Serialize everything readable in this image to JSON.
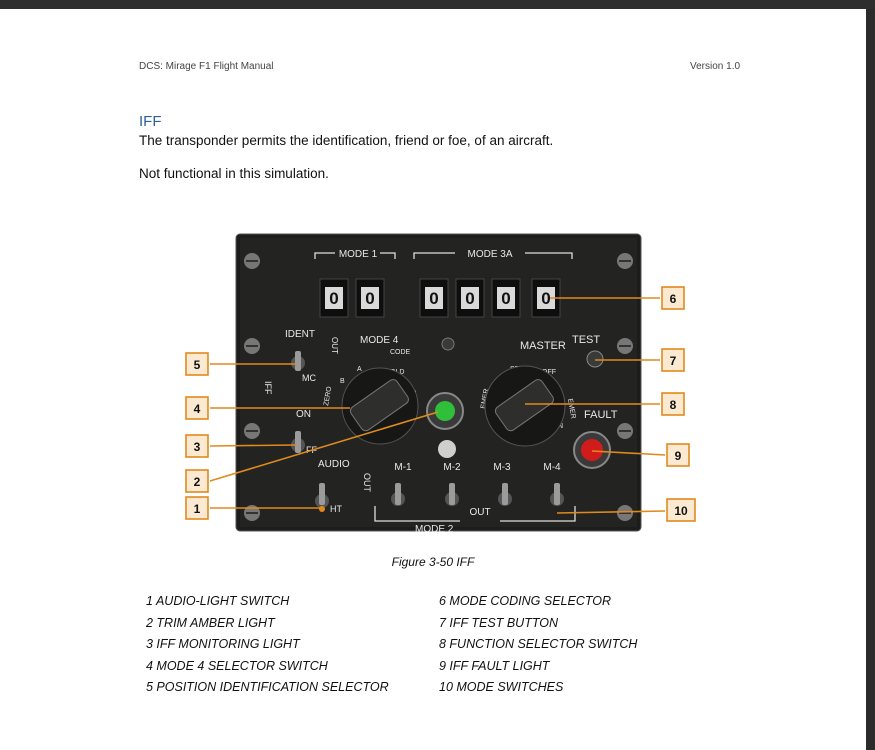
{
  "header": {
    "left": "DCS: Mirage F1 Flight Manual",
    "right": "Version 1.0"
  },
  "section": {
    "title": "IFF",
    "paragraph1": "The transponder permits the identification, friend or foe, of an aircraft.",
    "paragraph2": "Not functional in this simulation."
  },
  "figure": {
    "panel_labels": {
      "mode1": "MODE 1",
      "mode3a": "MODE 3A",
      "digits": [
        "0",
        "0",
        "0",
        "0",
        "0",
        "0"
      ],
      "ident": "IDENT",
      "out_vertical": "OUT",
      "mode4": "MODE 4",
      "code": "CODE",
      "hold": "HOLD",
      "a": "A",
      "b": "B",
      "zero": "ZERO",
      "master": "MASTER",
      "test": "TEST",
      "sby": "SBY",
      "off": "OFF",
      "emer": "EMER",
      "norm": "N",
      "iff": "IFF",
      "on": "ON",
      "ff": "FF",
      "audio": "AUDIO",
      "out2": "OUT",
      "m1": "M-1",
      "m2": "M-2",
      "m3": "M-3",
      "m4": "M-4",
      "fault": "FAULT",
      "out3": "OUT",
      "mode2": "MODE 2",
      "ht": "HT",
      "mc": "MC"
    },
    "callouts": [
      "1",
      "2",
      "3",
      "4",
      "5",
      "6",
      "7",
      "8",
      "9",
      "10"
    ],
    "caption": "Figure 3-50 IFF"
  },
  "legend": {
    "left": [
      "1 AUDIO-LIGHT SWITCH",
      "2 TRIM AMBER LIGHT",
      "3 IFF MONITORING LIGHT",
      "4 MODE 4 SELECTOR SWITCH",
      "5 POSITION IDENTIFICATION SELECTOR"
    ],
    "right": [
      "6 MODE CODING SELECTOR",
      "7 IFF TEST BUTTON",
      "8 FUNCTION SELECTOR SWITCH",
      "9 IFF FAULT LIGHT",
      "10 MODE SWITCHES"
    ]
  },
  "colors": {
    "callout_border": "#e08a1e",
    "callout_fill": "#fbe9d2",
    "section_title": "#2e5f9e",
    "green_light": "#2fbf3a",
    "red_light": "#d21c1c"
  }
}
